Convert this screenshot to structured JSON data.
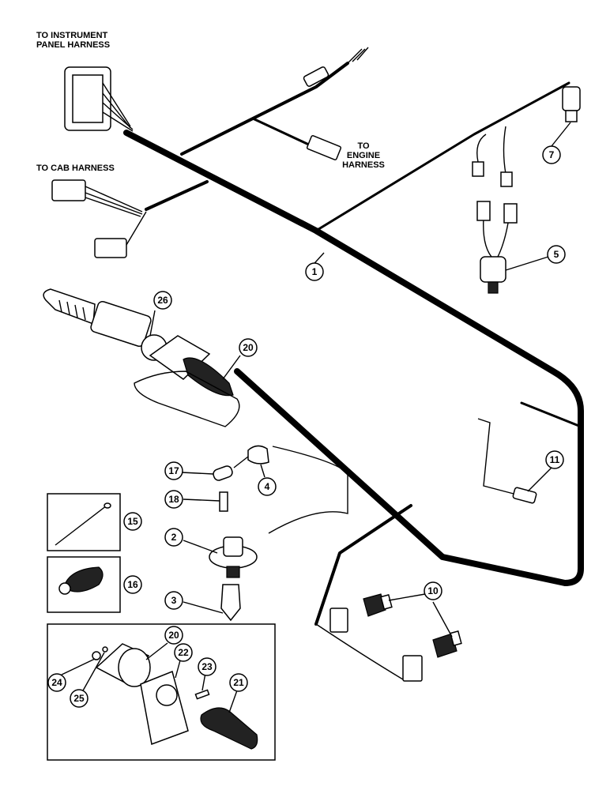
{
  "labels": {
    "instrument_l1": "TO INSTRUMENT",
    "instrument_l2": "PANEL HARNESS",
    "cab": "TO CAB HARNESS",
    "engine_l1": "TO",
    "engine_l2": "ENGINE",
    "engine_l3": "HARNESS"
  },
  "callouts": [
    "1",
    "2",
    "3",
    "4",
    "5",
    "7",
    "10",
    "11",
    "15",
    "16",
    "17",
    "18",
    "20",
    "20",
    "21",
    "22",
    "23",
    "24",
    "25",
    "26"
  ],
  "colors": {
    "ink": "#000000",
    "paper": "#ffffff"
  }
}
